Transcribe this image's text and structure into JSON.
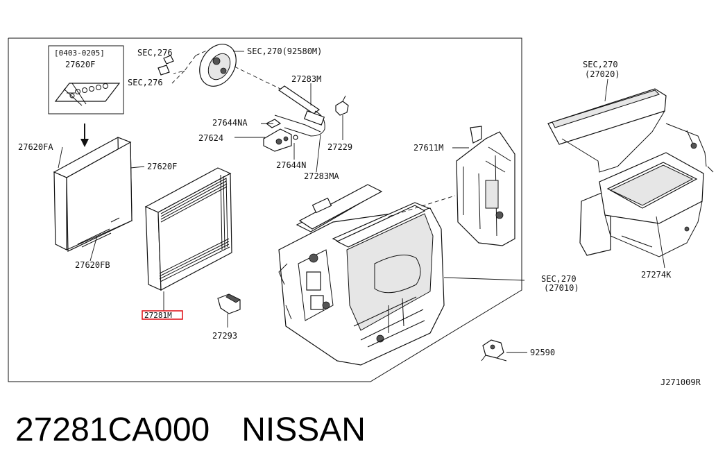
{
  "labels": {
    "sec276_top": "SEC,276",
    "sec276_bot": "SEC,276",
    "sec270_92580m": "SEC,270(92580M)",
    "inset_range": "[0403-0205]",
    "inset_part": "27620F",
    "p27620fa": "27620FA",
    "p27620f": "27620F",
    "p27620fb": "27620FB",
    "p27281m": "27281M",
    "p27293": "27293",
    "p27283m": "27283M",
    "p27644na": "27644NA",
    "p27624": "27624",
    "p27644n": "27644N",
    "p27283ma": "27283MA",
    "p27229": "27229",
    "p27611m": "27611M",
    "sec270_27010_a": "SEC,270",
    "sec270_27010_b": "(27010)",
    "p92590": "92590",
    "sec270_27020_a": "SEC,270",
    "sec270_27020_b": "(27020)",
    "p27274k": "27274K",
    "diagram_code": "J271009R"
  },
  "caption": {
    "part_number": "27281CA000",
    "brand": "NISSAN"
  },
  "colors": {
    "highlight": "#e0191f",
    "ink": "#111111"
  }
}
